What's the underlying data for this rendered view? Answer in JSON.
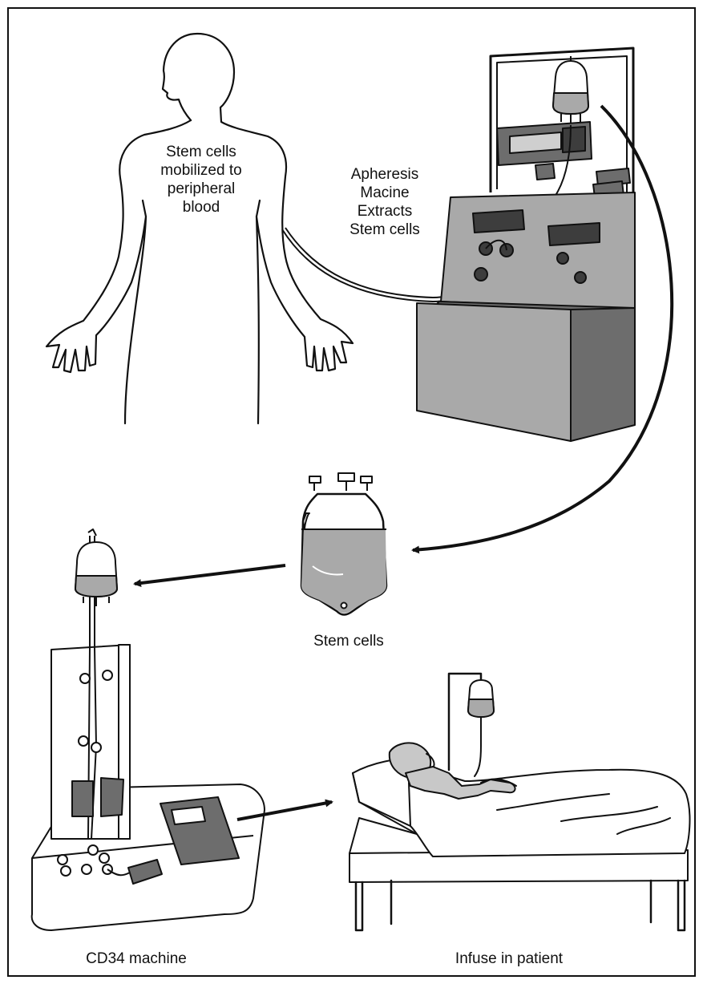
{
  "labels": {
    "body": [
      "Stem cells",
      "mobilized to",
      "peripheral",
      "blood"
    ],
    "apheresis": [
      "Apheresis",
      "Macine",
      "Extracts",
      "Stem cells"
    ],
    "bag": "Stem cells",
    "cd34": "CD34 machine",
    "infuse": "Infuse in patient"
  },
  "colors": {
    "line": "#111111",
    "fill_gray": "#a9a9a9",
    "fill_dark": "#6d6d6d",
    "fill_light": "#c8c8c8"
  }
}
